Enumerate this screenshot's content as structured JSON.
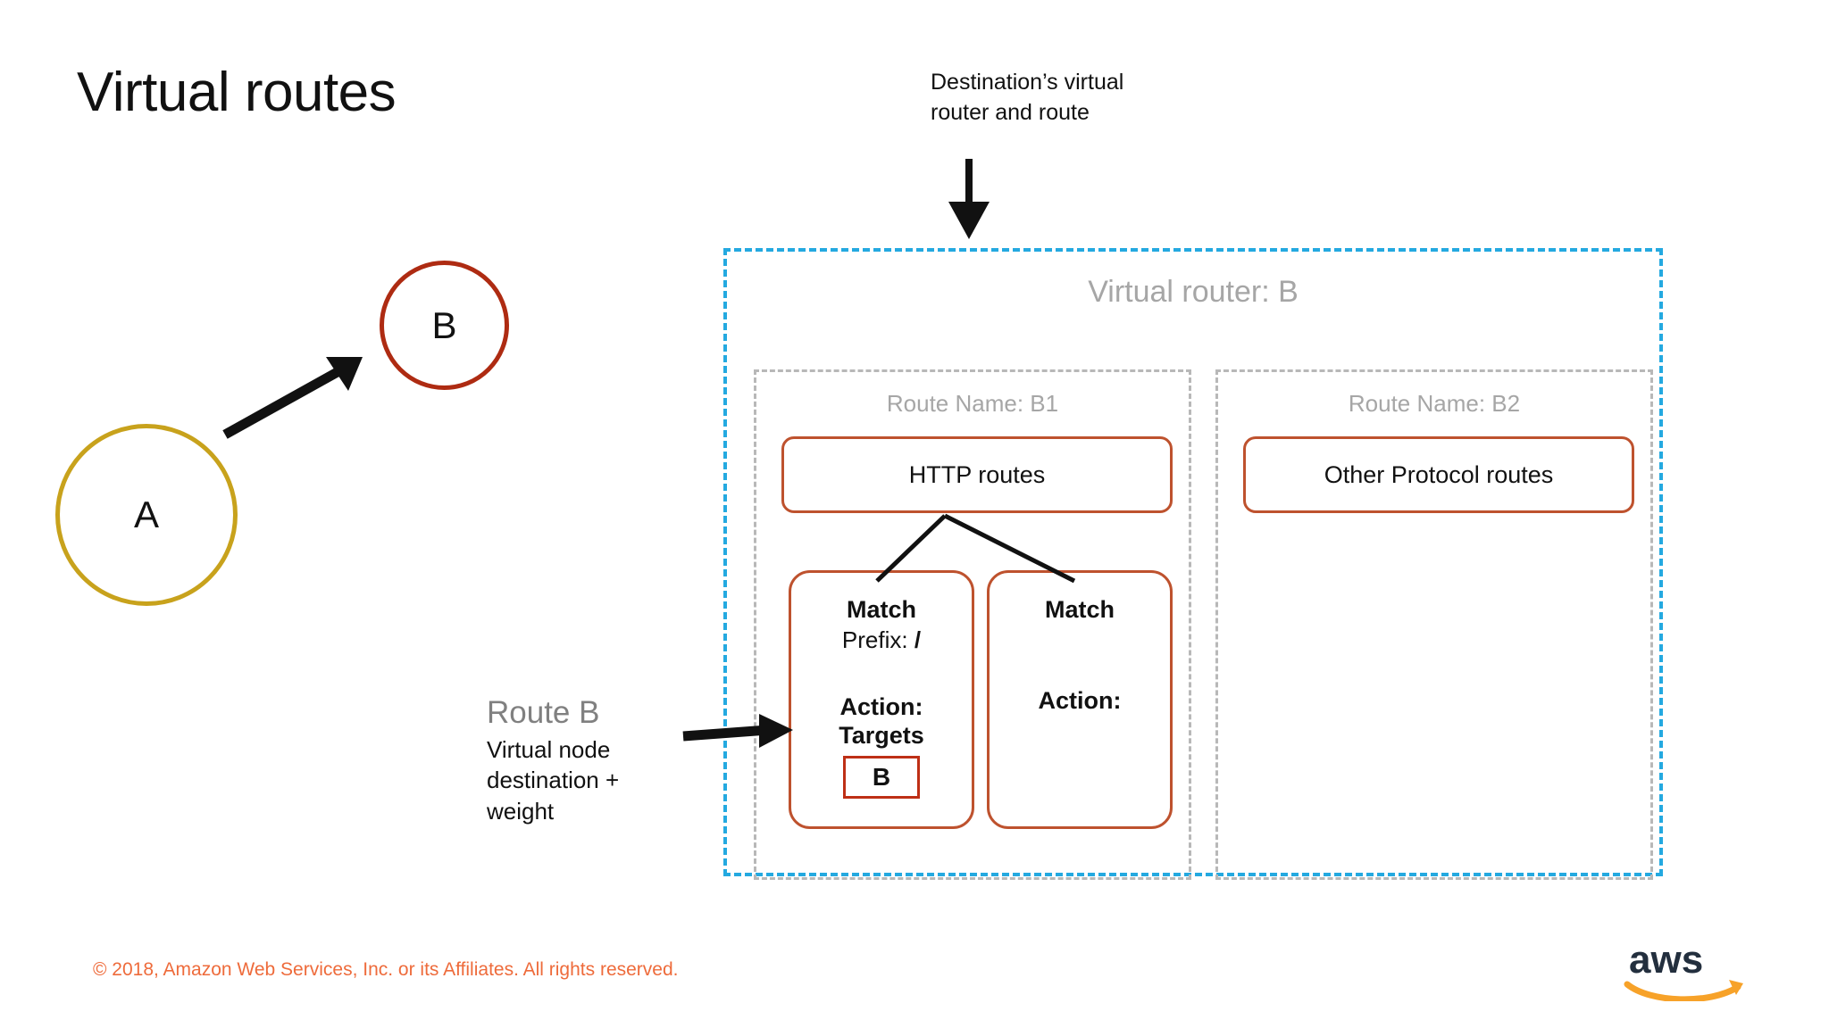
{
  "slide": {
    "title": "Virtual routes",
    "background_color": "#FFFFFF"
  },
  "callouts": {
    "destination": {
      "line1": "Destination’s virtual",
      "line2": "router and route",
      "arrow": "down-arrow-icon"
    },
    "route_b": {
      "title": "Route B",
      "desc_line1": "Virtual node",
      "desc_line2": "destination +",
      "desc_line3": "weight",
      "title_color": "#808080",
      "arrow": "right-arrow-icon"
    }
  },
  "left_graph": {
    "nodes": [
      {
        "label": "A",
        "color": "#C8A21C"
      },
      {
        "label": "B",
        "color": "#AE2B12"
      }
    ],
    "edge": {
      "from": "A",
      "to": "B",
      "arrow": "arrow-a-to-b"
    }
  },
  "virtual_router": {
    "title": "Virtual router: B",
    "title_color": "#A6A6A6",
    "border_color": "#24A9E0",
    "route_groups": [
      {
        "title": "Route Name: B1",
        "protocol_box_label": "HTTP routes",
        "match_cards": [
          {
            "heading": "Match",
            "prefix_label": "Prefix: ",
            "prefix_value": "/",
            "action_heading": "Action:",
            "targets_heading": "Targets",
            "target_chip": "B"
          },
          {
            "heading": "Match",
            "action_heading": "Action:"
          }
        ]
      },
      {
        "title": "Route Name: B2",
        "protocol_box_label": "Other Protocol routes"
      }
    ],
    "group_border_color": "#B8B8B8",
    "box_border_color": "#BE522E"
  },
  "footer": {
    "copyright": "© 2018, Amazon Web Services, Inc. or its Affiliates. All rights reserved.",
    "copyright_color": "#EE6B3B",
    "logo": {
      "wordmark": "aws",
      "wordmark_color": "#232F3E",
      "swoosh_color": "#F7A229"
    }
  }
}
